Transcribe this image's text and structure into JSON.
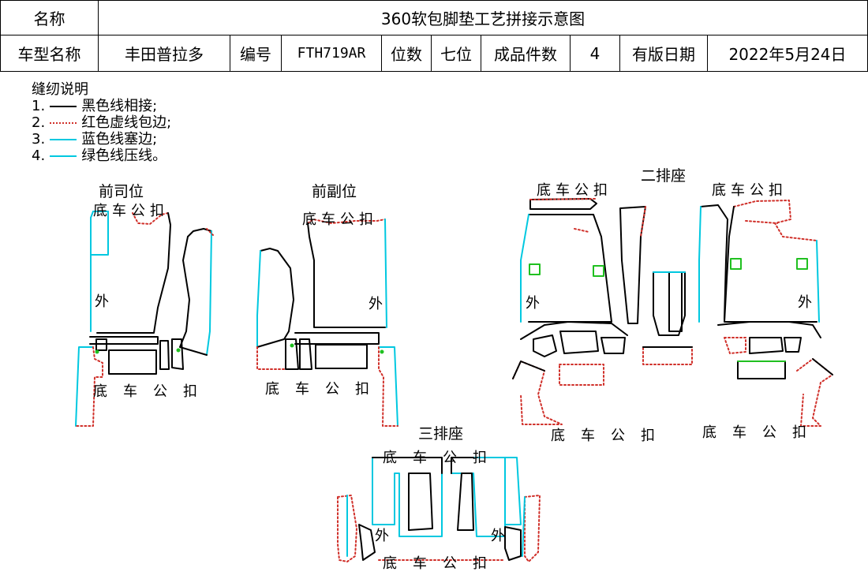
{
  "header": {
    "name_label": "名称",
    "title": "360软包脚垫工艺拼接示意图",
    "model_label": "车型名称",
    "model_value": "丰田普拉多",
    "code_label": "编号",
    "code_value": "FTH719AR",
    "seats_label": "位数",
    "seats_value": "七位",
    "pieces_label": "成品件数",
    "pieces_value": "4",
    "date_label": "有版日期",
    "date_value": "2022年5月24日"
  },
  "legend": {
    "title": "缝纫说明",
    "items": [
      {
        "num": "1.",
        "text": "黑色线相接;",
        "color": "#000000",
        "style": "solid"
      },
      {
        "num": "2.",
        "text": "红色虚线包边;",
        "color": "#d0302a",
        "style": "dotted"
      },
      {
        "num": "3.",
        "text": "蓝色线塞边;",
        "color": "#00c8e0",
        "style": "solid"
      },
      {
        "num": "4.",
        "text": "绿色线压线。",
        "color": "#20d020",
        "style": "solid"
      }
    ]
  },
  "sections": {
    "driver": "前司位",
    "passenger": "前副位",
    "row2": "二排座",
    "row3": "三排座"
  },
  "labels": {
    "clip": "底车公扣",
    "outer": "外"
  },
  "colors": {
    "black": "#000000",
    "red": "#d0302a",
    "cyan": "#00c8e0",
    "green": "#20c020"
  }
}
